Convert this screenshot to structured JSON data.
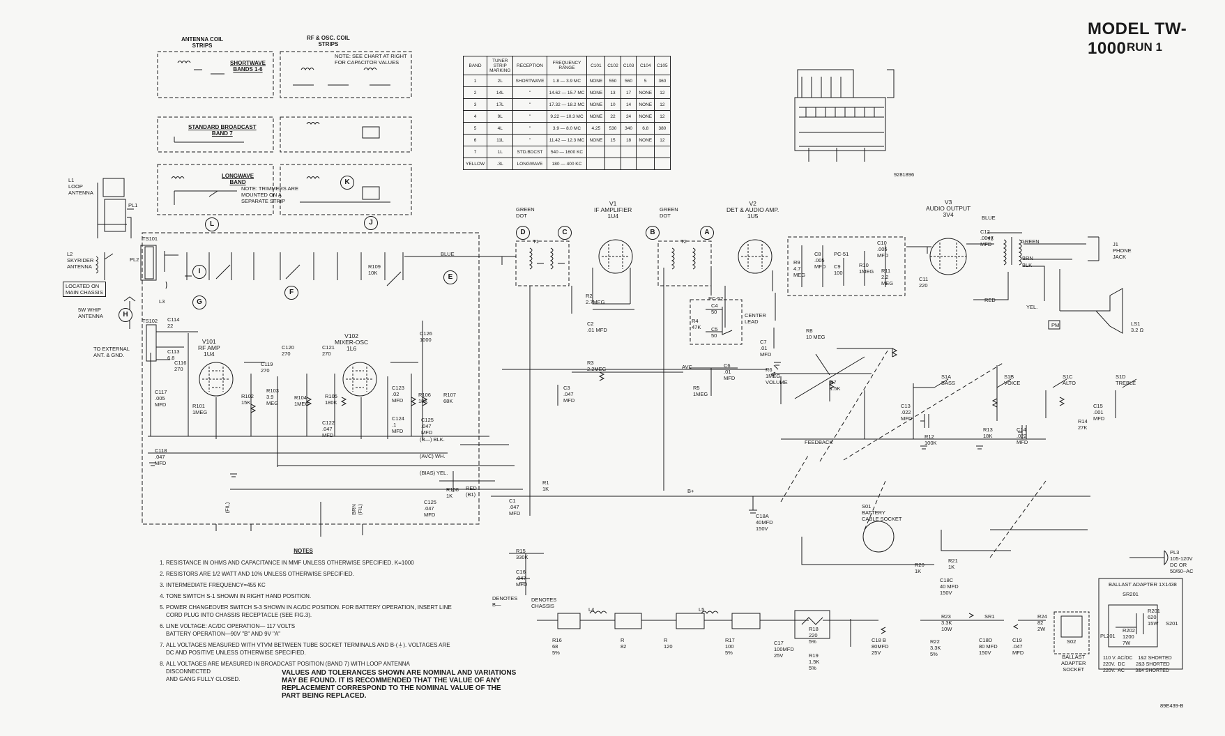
{
  "title": "MODEL TW-1000",
  "subtitle": "RUN 1",
  "drawing_number": "9281896",
  "bottom_number": "89E439-B",
  "strips": {
    "antenna_coil": "ANTENNA COIL\nSTRIPS",
    "rf_osc_coil": "RF & OSC. COIL\nSTRIPS",
    "shortwave": "SHORTWAVE\nBANDS 1-6",
    "standard_broadcast": "STANDARD BROADCAST\nBAND 7",
    "longwave": "LONGWAVE\nBAND",
    "note_chart": "NOTE: SEE CHART AT RIGHT\nFOR CAPACITOR VALUES",
    "note_trimmers": "NOTE: TRIMMERS ARE\nMOUNTED ON A\nSEPARATE STRIP"
  },
  "band_chart": {
    "headers": [
      "BAND",
      "TUNER\nSTRIP\nMARKING",
      "RECEPTION",
      "FREQUENCY\nRANGE",
      "C101",
      "C102",
      "C103",
      "C104",
      "C105"
    ],
    "rows": [
      [
        "1",
        "2L",
        "SHORTWAVE",
        "1.8 — 3.9 MC",
        "NONE",
        "550",
        "560",
        "5",
        "360"
      ],
      [
        "2",
        "14L",
        "\"",
        "14.62 — 15.7 MC",
        "NONE",
        "13",
        "17",
        "NONE",
        "12"
      ],
      [
        "3",
        "17L",
        "\"",
        "17.32 — 18.2 MC",
        "NONE",
        "10",
        "14",
        "NONE",
        "12"
      ],
      [
        "4",
        "9L",
        "\"",
        "9.22 — 10.3 MC",
        "NONE",
        "22",
        "24",
        "NONE",
        "12"
      ],
      [
        "5",
        "4L",
        "\"",
        "3.9 — 8.0 MC",
        "4.25",
        "530",
        "340",
        "6.8",
        "380"
      ],
      [
        "6",
        "11L",
        "\"",
        "11.42 — 12.3 MC",
        "NONE",
        "15",
        "18",
        "NONE",
        "12"
      ],
      [
        "7",
        "1L",
        "STD.BDCST",
        "540 — 1600 KC",
        "",
        "",
        "",
        "",
        ""
      ],
      [
        "YELLOW",
        ".3L",
        "LONGWAVE",
        "180 — 400 KC",
        "",
        "",
        "",
        "",
        ""
      ]
    ]
  },
  "tubes": {
    "v101": "V101\nRF AMP\n1U4",
    "v102": "V102\nMIXER-OSC\n1L6",
    "v1": "V1\nIF AMPLIFIER\n1U4",
    "v2": "V2\nDET & AUDIO AMP.\n1U5",
    "v3": "V3\nAUDIO OUTPUT\n3V4"
  },
  "antenna": {
    "l1": "L1\nLOOP\nANTENNA",
    "l2": "L2\nSKYRIDER\nANTENNA",
    "located": "LOCATED ON\nMAIN CHASSIS",
    "whip": "5W WHIP\nANTENNA",
    "ext": "TO EXTERNAL\nANT. & GND.",
    "ts101": "TS101",
    "ts102": "TS102",
    "pl1": "PL1",
    "pl2": "PL2",
    "l3": "L3"
  },
  "callouts": [
    "D",
    "C",
    "B",
    "A",
    "I",
    "G",
    "F",
    "E",
    "H",
    "K",
    "L",
    "J"
  ],
  "components": {
    "c114": "C114\n22",
    "c113": "C113\n6.8",
    "c116": "C116\n270",
    "c117": "C117\n.005\nMFD",
    "c118": "C118\n.047\nMFD",
    "r101": "R101\n1MEG",
    "r102": "R102\n15K",
    "c119": "C119\n270",
    "c120": "C120\n270",
    "r103": "R103\n3.9\nMEG",
    "r104": "R104\n1MEG",
    "c121": "C121\n270",
    "r105": "R105\n180K",
    "c122": "C122\n.047\nMFD",
    "c123": "C123\n.02\nMFD",
    "c124": "C124\n.1\nMFD",
    "r106": "R106\n18K",
    "c125": "C125\n.047\nMFD",
    "r107": "R107\n68K",
    "c126": "C126\n1000",
    "r109": "R109\n10K",
    "r108": "R108\n1K",
    "c1": "C1\n.047\nMFD",
    "r1": "R1\n1K",
    "t1": "T1",
    "t2": "T2",
    "r2": "R2\n2.7MEG",
    "c2": "C2\n.01 MFD",
    "r3": "R3\n2.2MEG",
    "c3": "C3\n.047\nMFD",
    "r5": "R5\n1MEG",
    "c6": "C6\n.01\nMFD",
    "r6": "R6\n1MEG\nVOLUME",
    "r7": "R7\n1.5K",
    "c7": "C7\n.01\nMFD",
    "r8": "R8\n10 MEG",
    "pc52": "PC-52",
    "c4": "C4\n50",
    "c5": "C5\n50",
    "r4": "R4\n47K",
    "center_lead": "CENTER\nLEAD",
    "pc51": "PC-51",
    "r9": "R9\n4.7\nMEG",
    "c8": "C8\n.005\nMFD",
    "c9": "C9\n100",
    "r10": "R10\n1MEG",
    "c10": "C10\n.005\nMFD",
    "r11": "R11\n2.2\nMEG",
    "c11": "C11\n220",
    "c12": "C12\n.0047\nMFD",
    "t3": "T3",
    "j1": "J1\nPHONE\nJACK",
    "ls1": "LS1\n3.2 Ω",
    "pm": "PM",
    "c13": "C13\n.022\nMFD",
    "r12": "R12\n100K",
    "r13": "R13\n18K",
    "c14": "C14\n.022\nMFD",
    "r14": "R14\n27K",
    "c15": "C15\n.001\nMFD",
    "s1a": "S1A\nBASS",
    "s1b": "S1B\nVOICE",
    "s1c": "S1C\nALTO",
    "s1d": "S1D\nTREBLE",
    "c18a": "C18A\n40MFD\n150V",
    "s01": "S01\nBATTERY\nCABLE SOCKET",
    "r15": "R15\n330K",
    "c16": "C16\n.047\nMFD",
    "r16": "R16\n68\n5%",
    "r_82": "R\n82",
    "r_120": "R\n120",
    "r17": "R17\n100\n5%",
    "c17": "C17\n100MFD\n25V",
    "r18": "R18\n220\n5%",
    "r19": "R19\n1.5K\n5%",
    "c18b": "C18 B\n80MFD\n25V",
    "r22": "R22\n3.3K\n5%",
    "r23": "R23\n3.3K\n10W",
    "c18c": "C18C\n40 MFD\n150V",
    "c18d": "C18D\n80 MFD\n150V",
    "c19": "C19\n.047\nMFD",
    "r20": "R20\n1K",
    "r21": "R21\n1K",
    "r24": "R24\n82\n2W",
    "sr1": "SR1",
    "l4": "L4",
    "l5": "L5",
    "pl3": "PL3\n105-120V\nDC OR\n50/60~AC",
    "s02": "S02",
    "ballast_socket": "BALLAST\nADAPTER\nSOCKET",
    "ballast": "BALLAST ADAPTER 1X1438",
    "sr201": "SR201",
    "r201": "R201\n620\n15W",
    "r202": "R202\n1200\n7W",
    "s201": "S201",
    "pl201": "PL201",
    "ballast_table": "110 V. AC/DC    1&2 SHORTED\n220V.  DC        2&3 SHORTED\n220V.  AC        3&4 SHORTED",
    "feedback": "FEEDBACK",
    "avc": "AVC",
    "blue": "BLUE",
    "green": "GREEN",
    "brn": "BRN",
    "blk": "BLK",
    "red": "RED",
    "yel": "YEL.",
    "green_dot": "GREEN\nDOT",
    "b_minus": "(B—) BLK.",
    "avc_wh": "(AVC) WH.",
    "bias_yel": "(BIAS) YEL.",
    "red_b1": "RED\n(B1)",
    "b_plus": "B+",
    "denotes_b": "DENOTES\nB—",
    "denotes_chassis": "DENOTES\nCHASSIS",
    "fil": "(FIL)",
    "brn_fil": "BRN\n(FIL)"
  },
  "notes": {
    "heading": "NOTES",
    "items": [
      "RESISTANCE IN OHMS AND CAPACITANCE IN MMF UNLESS OTHERWISE SPECIFIED.  K=1000",
      "RESISTORS ARE 1/2 WATT AND 10% UNLESS OTHERWISE SPECIFIED.",
      "INTERMEDIATE FREQUENCY=455 KC",
      "TONE SWITCH S-1 SHOWN IN RIGHT HAND POSITION.",
      "POWER CHANGEOVER SWITCH S-3 SHOWN IN AC/DC POSITION.  FOR BATTERY OPERATION, INSERT LINE\nCORD PLUG INTO CHASSIS RECEPTACLE (SEE FIG.3).",
      "LINE VOLTAGE: AC/DC OPERATION— 117 VOLTS\n              BATTERY OPERATION—90V \"B\" AND 9V \"A\"",
      "ALL VOLTAGES MEASURED WITH VTVM BETWEEN TUBE SOCKET TERMINALS AND B-(⏚). VOLTAGES ARE\nDC AND POSITIVE UNLESS OTHERWISE SPECIFIED.",
      "ALL VOLTAGES ARE MEASURED IN BROADCAST POSITION (BAND 7) WITH LOOP ANTENNA DISCONNECTED\nAND GANG FULLY CLOSED."
    ]
  },
  "disclaimer": "VALUES AND TOLERANCES SHOWN ARE NOMINAL AND VARIATIONS MAY BE FOUND. IT IS RECOMMENDED THAT THE VALUE OF ANY REPLACEMENT CORRESPOND TO THE NOMINAL VALUE OF THE PART BEING REPLACED."
}
